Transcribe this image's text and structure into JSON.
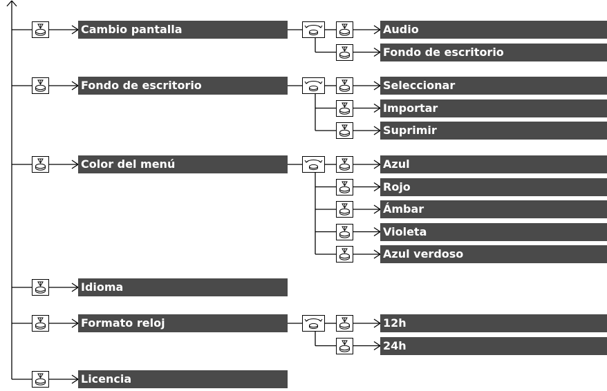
{
  "menu": [
    {
      "label": "Cambio pantalla",
      "options": [
        "Audio",
        "Fondo de escritorio"
      ]
    },
    {
      "label": "Fondo de escritorio",
      "options": [
        "Seleccionar",
        "Importar",
        "Suprimir"
      ]
    },
    {
      "label": "Color del menú",
      "options": [
        "Azul",
        "Rojo",
        "Ámbar",
        "Violeta",
        "Azul verdoso"
      ]
    },
    {
      "label": "Idioma",
      "options": []
    },
    {
      "label": "Formato reloj",
      "options": [
        "12h",
        "24h"
      ]
    },
    {
      "label": "Licencia",
      "options": []
    }
  ],
  "icons": {
    "press": "press-icon",
    "rotate": "rotate-select-icon"
  }
}
